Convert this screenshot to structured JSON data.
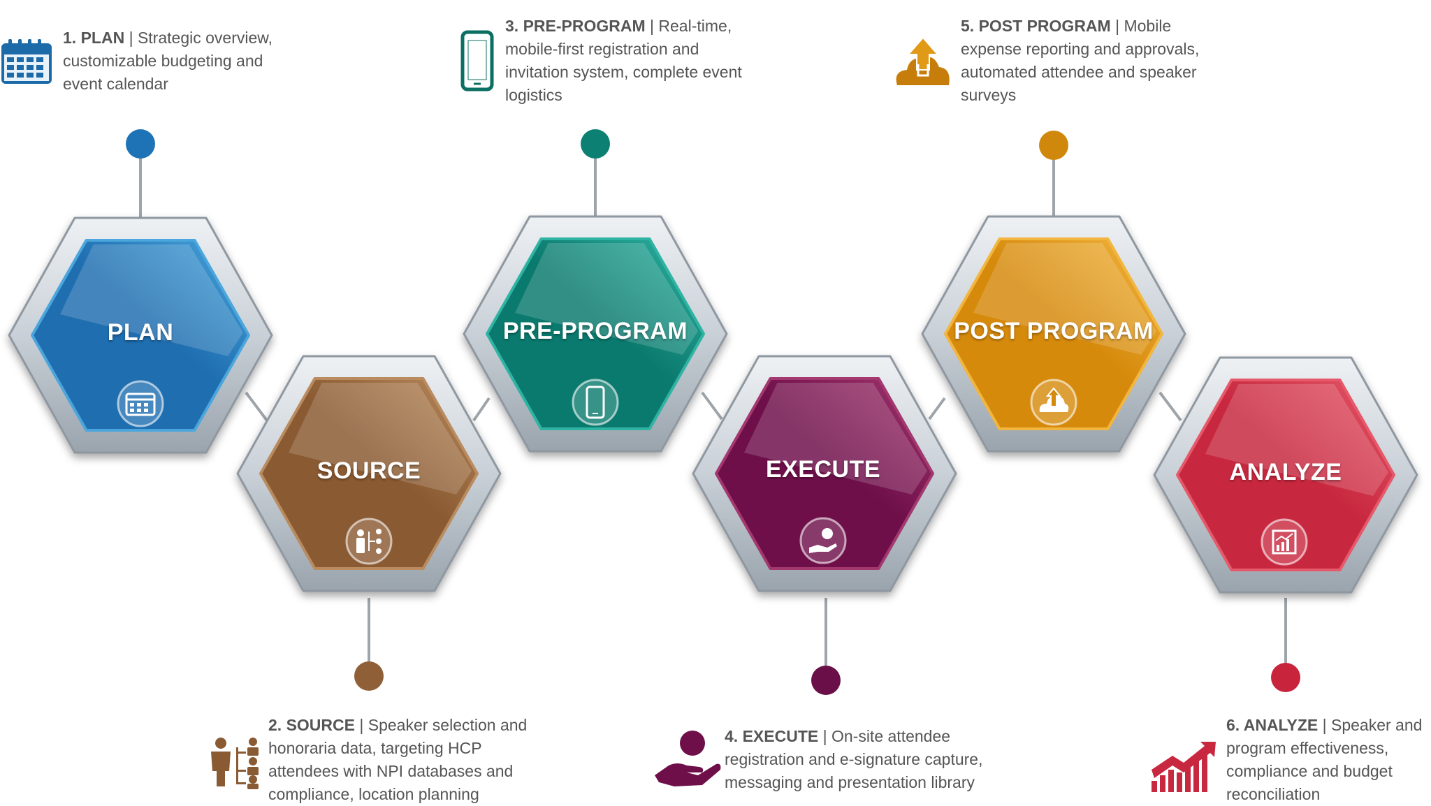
{
  "steps": [
    {
      "id": "plan",
      "hex_label": "PLAN",
      "title": "1. PLAN",
      "separator": "|",
      "description": "Strategic overview, customizable budgeting and event calendar",
      "color": "#1f6eb0",
      "color_light": "#4aa6dc",
      "icon": "calendar-icon"
    },
    {
      "id": "source",
      "hex_label": "SOURCE",
      "title": "2. SOURCE",
      "separator": "|",
      "description": "Speaker selection and honoraria data, targeting HCP attendees with NPI databases and compliance, location planning",
      "color": "#8a5a32",
      "color_light": "#b98b5e",
      "icon": "org-chart-icon"
    },
    {
      "id": "preprogram",
      "hex_label": "PRE-PROGRAM",
      "title": "3. PRE-PROGRAM",
      "separator": "|",
      "description": "Real-time, mobile-first registration and invitation system, complete event logistics",
      "color": "#0b7a6e",
      "color_light": "#2fb3a2",
      "icon": "smartphone-icon"
    },
    {
      "id": "execute",
      "hex_label": "EXECUTE",
      "title": "4. EXECUTE",
      "separator": "|",
      "description": "On-site attendee registration and e-signature capture, messaging and presentation library",
      "color": "#6e0f4a",
      "color_light": "#a3386f",
      "icon": "hand-person-icon"
    },
    {
      "id": "postprogram",
      "hex_label": "POST PROGRAM",
      "title": "5. POST PROGRAM",
      "separator": "|",
      "description": "Mobile expense reporting and approvals, automated attendee and speaker surveys",
      "color": "#d68a0c",
      "color_light": "#f2b640",
      "icon": "cloud-upload-icon"
    },
    {
      "id": "analyze",
      "hex_label": "ANALYZE",
      "title": "6. ANALYZE",
      "separator": "|",
      "description": "Speaker and program effectiveness, compliance and budget reconciliation",
      "color": "#c8283f",
      "color_light": "#e5596a",
      "icon": "growth-chart-icon"
    }
  ]
}
